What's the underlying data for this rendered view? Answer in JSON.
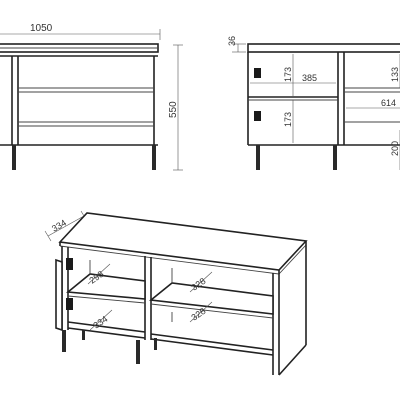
{
  "front_view": {
    "width_label": "1050",
    "height_label": "550"
  },
  "side_view": {
    "top_thickness_label": "36",
    "upper_compartment_label": "173",
    "lower_compartment_label": "173",
    "inner_width_label": "385",
    "right_upper_label": "133",
    "right_inner_width_label": "614",
    "leg_height_label": "200"
  },
  "iso_view": {
    "depth_label": "334",
    "left_upper_depth_label": "298",
    "left_lower_depth_label": "334",
    "right_upper_depth_label": "328",
    "right_lower_depth_label": "328"
  }
}
